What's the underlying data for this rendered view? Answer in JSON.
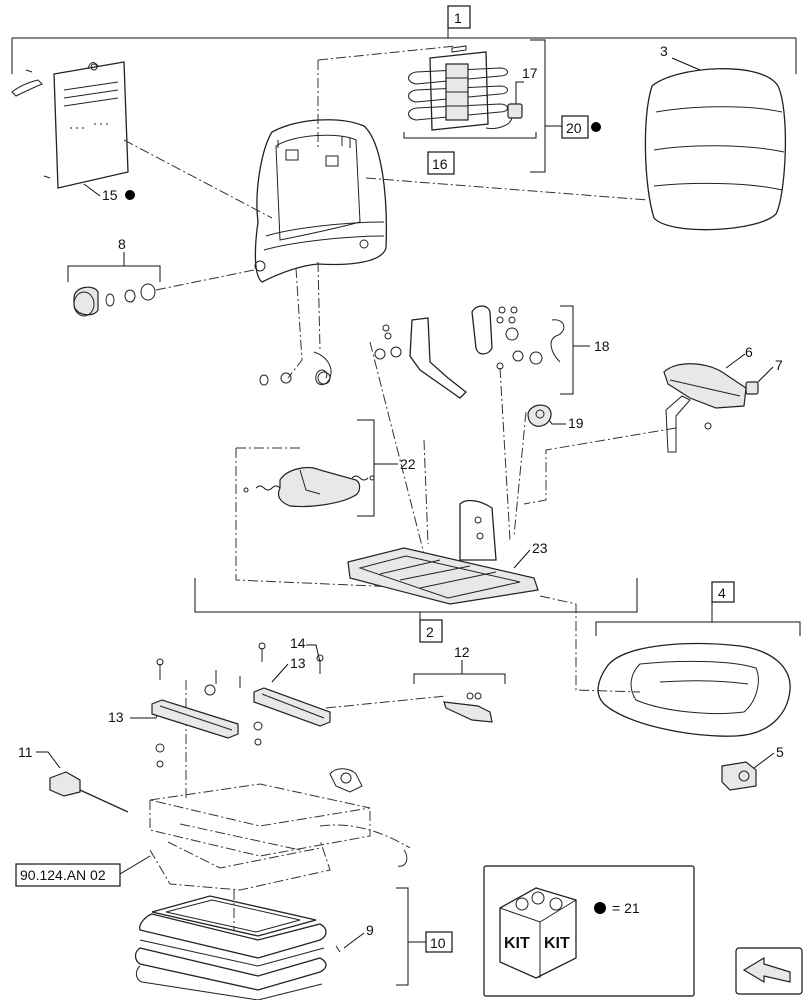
{
  "callouts": {
    "c1": "1",
    "c2": "2",
    "c3": "3",
    "c4": "4",
    "c5": "5",
    "c6": "6",
    "c7": "7",
    "c8": "8",
    "c9": "9",
    "c10": "10",
    "c11": "11",
    "c12": "12",
    "c13a": "13",
    "c13b": "13",
    "c14": "14",
    "c15": "15",
    "c16": "16",
    "c17": "17",
    "c18": "18",
    "c19": "19",
    "c20": "20",
    "c22": "22",
    "c23": "23"
  },
  "reference": "90.124.AN 02",
  "kit_legend": {
    "kit_label_left": "KIT",
    "kit_label_right": "KIT",
    "equals": "= 21"
  }
}
